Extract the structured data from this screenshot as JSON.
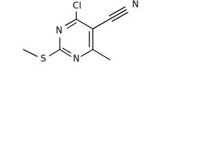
{
  "molecule": {
    "atoms": {
      "chlorine": "Cl",
      "nitrile_nitrogen": "N",
      "ring_n1": "N",
      "ring_n3": "N",
      "sulfur": "S"
    }
  },
  "colors": {
    "bond": "#000000",
    "text": "#000000",
    "background": "#ffffff"
  }
}
